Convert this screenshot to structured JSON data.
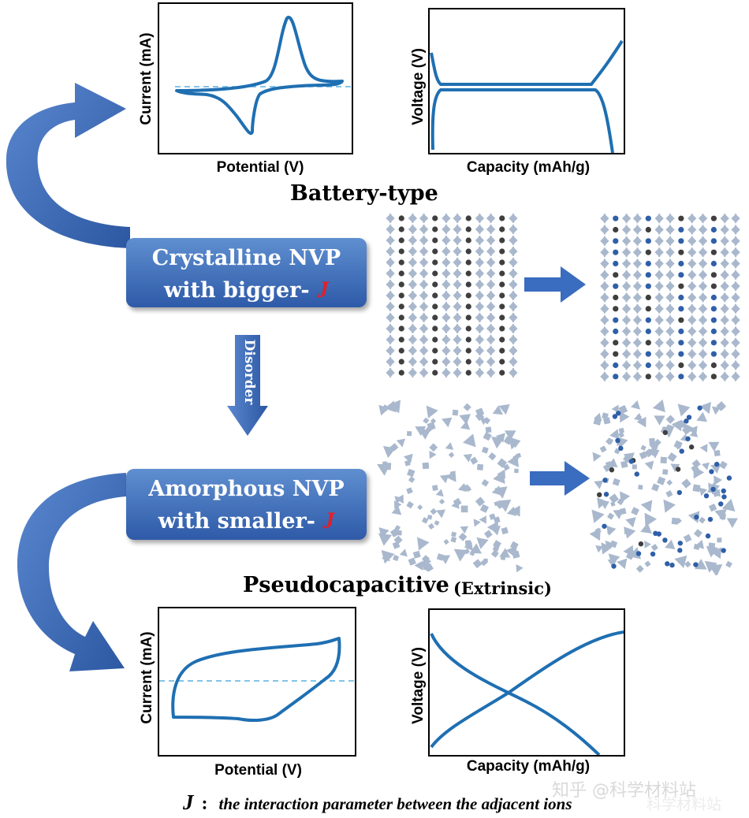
{
  "top_cv": {
    "ylabel": "Current (mA)",
    "xlabel": "Potential (V)"
  },
  "top_gcd": {
    "ylabel": "Voltage (V)",
    "xlabel": "Capacity (mAh/g)"
  },
  "battery_title": "Battery-type",
  "crystalline": {
    "line1": "Crystalline NVP",
    "line2": "with bigger- ",
    "j": "J"
  },
  "disorder_label": "Disorder",
  "amorphous": {
    "line1": "Amorphous NVP",
    "line2": "with smaller- ",
    "j": "J"
  },
  "pseudo_title": "Pseudocapacitive",
  "pseudo_sub": "(Extrinsic)",
  "bottom_cv": {
    "ylabel": "Current (mA)",
    "xlabel": "Potential (V)"
  },
  "bottom_gcd": {
    "ylabel": "Voltage (V)",
    "xlabel": "Capacity (mAh/g)"
  },
  "footer": {
    "j": "J",
    "colon": ":",
    "text": "the interaction parameter between the adjacent ions"
  },
  "watermark": {
    "line1": "知乎 @科学材料站",
    "line2": "科学材料站"
  },
  "colors": {
    "curve": "#1f6fb2",
    "arrow": "#3a6cbf",
    "box": "#3a68b5",
    "j": "#e0202a",
    "lattice": "#a9b8cd",
    "ion_dark": "#3f3f3f",
    "ion_blue": "#2f5fa8"
  },
  "icons": [
    "curved-arrow-icon",
    "right-arrow-icon",
    "down-arrow-icon"
  ]
}
